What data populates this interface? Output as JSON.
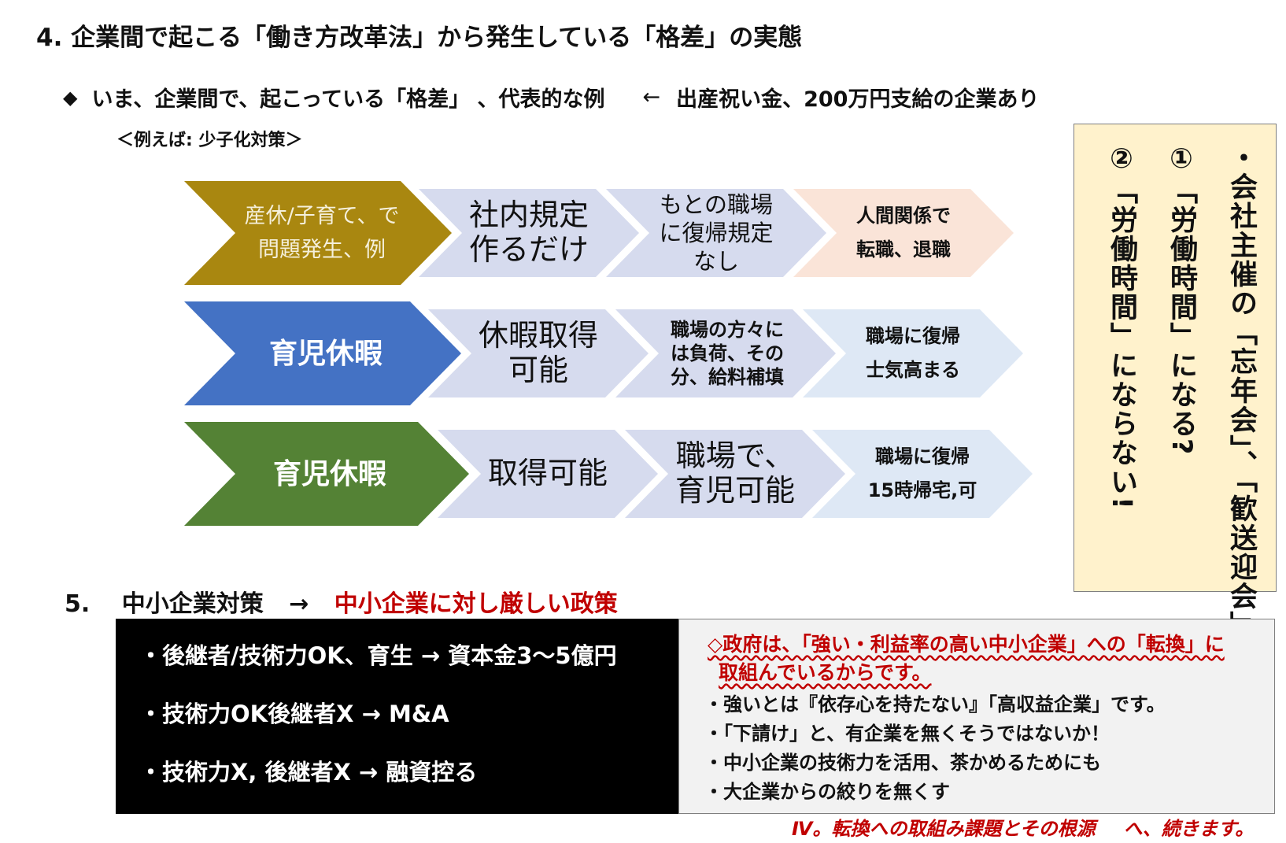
{
  "heading4": "4. 企業間で起こる「働き方改革法」から発生している「格差」の実態",
  "bullet": {
    "marker": "◆",
    "text": "いま、企業間で、起こっている「格差」 、代表的な例",
    "arrow": "←",
    "note": "出産祝い金、200万円支給の企業あり"
  },
  "example_label": "＜例えば:  少子化対策＞",
  "rows": [
    {
      "lead": {
        "lines": [
          "産休/子育て、で",
          "問題発生、例"
        ],
        "color": "#a98710"
      },
      "steps": [
        {
          "lines": [
            "社内規定",
            "作るだけ"
          ],
          "color": "#d6dbee"
        },
        {
          "lines": [
            "もとの職場",
            "に復帰規定",
            "なし"
          ],
          "color": "#d6dbee"
        },
        {
          "lines": [
            "人間関係で",
            "転職、退職"
          ],
          "color": "#fae4d8"
        }
      ]
    },
    {
      "lead": {
        "lines": [
          "育児休暇"
        ],
        "color": "#4472c4"
      },
      "steps": [
        {
          "lines": [
            "休暇取得",
            "可能"
          ],
          "color": "#d6dbee"
        },
        {
          "lines": [
            "職場の方々に",
            "は負荷、その",
            "分、給料補填"
          ],
          "color": "#d6dbee"
        },
        {
          "lines": [
            "職場に復帰",
            "士気高まる"
          ],
          "color": "#dee8f5"
        }
      ]
    },
    {
      "lead": {
        "lines": [
          "育児休暇"
        ],
        "color": "#548235"
      },
      "steps": [
        {
          "lines": [
            "取得可能"
          ],
          "color": "#d6dbee"
        },
        {
          "lines": [
            "職場で、",
            "育児可能"
          ],
          "color": "#d6dbee"
        },
        {
          "lines": [
            "職場に復帰",
            "15時帰宅,可"
          ],
          "color": "#dee8f5"
        }
      ]
    }
  ],
  "sidebox": {
    "col1": "・会社主催の「忘年会」、「歓送迎会」は",
    "col2": "①「労働時間」になる?",
    "col3": "②「労働時間」にならない!"
  },
  "heading5": {
    "num": "5.",
    "label": "中小企業対策",
    "arrow": "→",
    "policy": "中小企業に対し厳しい政策"
  },
  "black_box": [
    "・後継者/技術力OK、育生  →  資本金3～5億円",
    "・技術力OK後継者X  →   M&A",
    "・技術力X, 後継者X  →  融資控る"
  ],
  "gray_box": {
    "red_line1": "◇政府は、「強い・利益率の高い中小企業」への「転換」に",
    "red_line2": "取組んでいるからです。",
    "lines": [
      "・強いとは『依存心を持たない』「高収益企業」です。",
      "・「下請け」と、有企業を無くそうではないか！",
      "・中小企業の技術力を活用、茶かめるためにも",
      "・大企業からの絞りを無くす"
    ]
  },
  "footer": {
    "part1": "Ⅳ。転換への取組み課題とその根源",
    "part2": "へ、続きます。"
  }
}
